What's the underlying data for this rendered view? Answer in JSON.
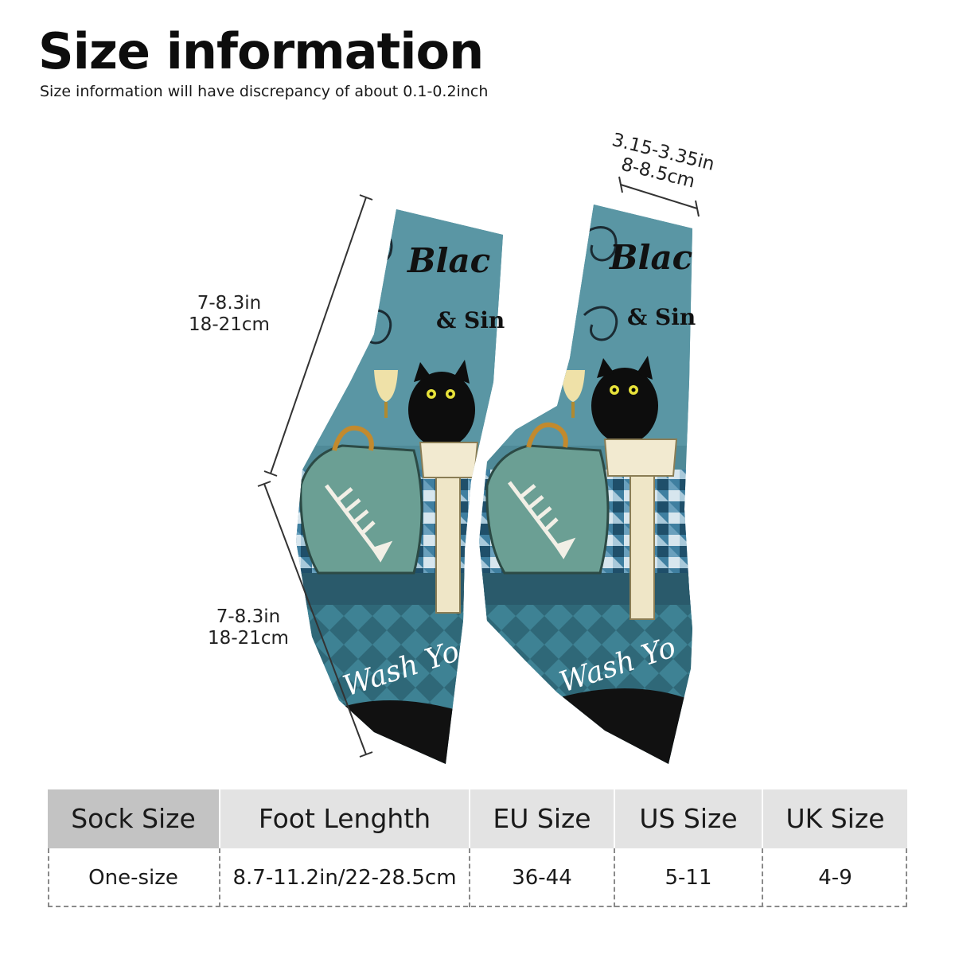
{
  "header": {
    "title": "Size information",
    "subtitle": "Size information will have discrepancy of about 0.1-0.2inch"
  },
  "dimensions": {
    "width": {
      "in": "3.15-3.35in",
      "cm": "8-8.5cm"
    },
    "leg": {
      "in": "7-8.3in",
      "cm": "18-21cm"
    },
    "foot": {
      "in": "7-8.3in",
      "cm": "18-21cm"
    }
  },
  "sock_print": {
    "top_text": "Blac",
    "mid_text": "& Sin",
    "bottom_text": "Wash Yo"
  },
  "colors": {
    "sock_teal": "#4f8a98",
    "tile_blue": "#3f7fa0",
    "toe_black": "#111111",
    "header_cell": "#c3c3c3",
    "header_row": "#e3e3e3"
  },
  "size_table": {
    "headers": [
      "Sock Size",
      "Foot Lenghth",
      "EU Size",
      "US Size",
      "UK Size"
    ],
    "row": [
      "One-size",
      "8.7-11.2in/22-28.5cm",
      "36-44",
      "5-11",
      "4-9"
    ]
  }
}
